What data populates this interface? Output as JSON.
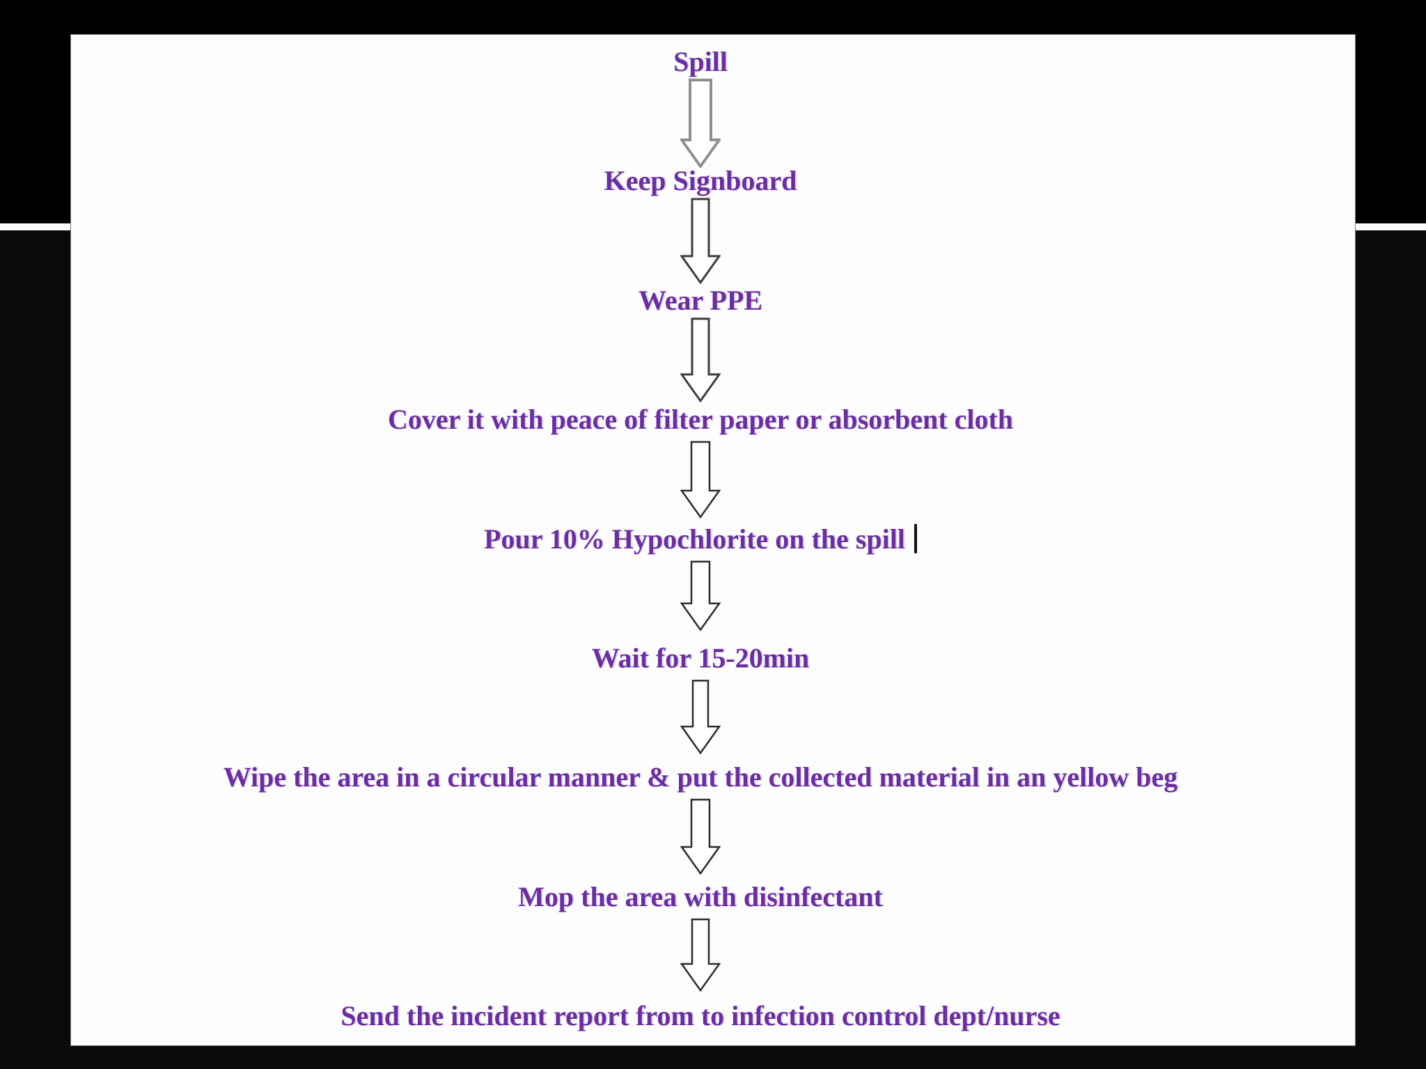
{
  "colors": {
    "background_top": "#000000",
    "background_lower": "#0a0a0a",
    "divider_line": "#ffffff",
    "slide_background": "#fdfdfd",
    "step_text": "#6C2DA0",
    "text_cursor": "#111111",
    "arrow_fill": "#ffffff"
  },
  "flowchart": {
    "steps": [
      {
        "label": "Spill"
      },
      {
        "label": "Keep Signboard"
      },
      {
        "label": "Wear PPE"
      },
      {
        "label": "Cover it with peace of filter paper or absorbent cloth"
      },
      {
        "label": "Pour 10% Hypochlorite on the spill",
        "has_text_cursor": true
      },
      {
        "label": "Wait for 15-20min"
      },
      {
        "label": "Wipe the area in a circular manner & put the collected material in an yellow beg"
      },
      {
        "label": "Mop the area with disinfectant"
      },
      {
        "label": "Send the incident report from to infection control dept/nurse"
      }
    ],
    "arrows": [
      {
        "stroke": "#8f8f8f",
        "stroke_width": 4,
        "shaft_width": 30,
        "height": 128
      },
      {
        "stroke": "#3c3c3c",
        "stroke_width": 3,
        "shaft_width": 24,
        "height": 124
      },
      {
        "stroke": "#3c3c3c",
        "stroke_width": 3,
        "shaft_width": 24,
        "height": 122
      },
      {
        "stroke": "#2b2b2b",
        "stroke_width": 2.5,
        "shaft_width": 26,
        "height": 112
      },
      {
        "stroke": "#2b2b2b",
        "stroke_width": 2.5,
        "shaft_width": 26,
        "height": 102
      },
      {
        "stroke": "#2b2b2b",
        "stroke_width": 2.5,
        "shaft_width": 22,
        "height": 108
      },
      {
        "stroke": "#2b2b2b",
        "stroke_width": 2.5,
        "shaft_width": 26,
        "height": 110
      },
      {
        "stroke": "#2b2b2b",
        "stroke_width": 2.5,
        "shaft_width": 24,
        "height": 106
      }
    ]
  }
}
